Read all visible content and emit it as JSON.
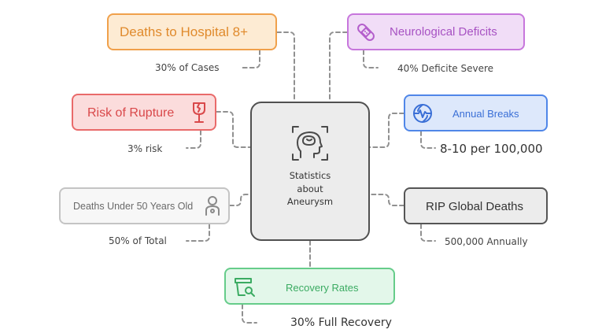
{
  "center": {
    "title_lines": [
      "Statistics",
      "about",
      "Aneurysm"
    ],
    "icon": "head-brain-icon"
  },
  "nodes": {
    "deaths_hospital": {
      "label": "Deaths to Hospital 8+",
      "note": "30% of Cases",
      "color": "#f0a04b",
      "fill": "#fdebd3",
      "icon": ""
    },
    "neuro": {
      "label": "Neurological Deficits",
      "note": "40% Deficite Severe",
      "color": "#c776dc",
      "fill": "#f1ddf7",
      "icon": "bandage-icon"
    },
    "rupture": {
      "label": "Risk of Rupture",
      "note": "3% risk",
      "color": "#e96a6a",
      "fill": "#fbdcdc",
      "icon": "broken-glass-icon"
    },
    "annual": {
      "label": "Annual Breaks",
      "note": "8-10 per 100,000",
      "color": "#4f86e8",
      "fill": "#dde8fb",
      "icon": "globe-pulse-icon"
    },
    "under50": {
      "label": "Deaths Under 50 Years Old",
      "note": "50% of Total",
      "color": "#c4c4c4",
      "fill": "#f7f7f7",
      "icon": "person-icon"
    },
    "rip": {
      "label": "RIP Global Deaths",
      "note": "500,000 Annually",
      "color": "#555555",
      "fill": "#ececec",
      "icon": ""
    },
    "recovery": {
      "label": "Recovery Rates",
      "note": "30% Full Recovery",
      "color": "#66cc8a",
      "fill": "#e3f7ea",
      "icon": "recovery-cup-icon"
    }
  }
}
